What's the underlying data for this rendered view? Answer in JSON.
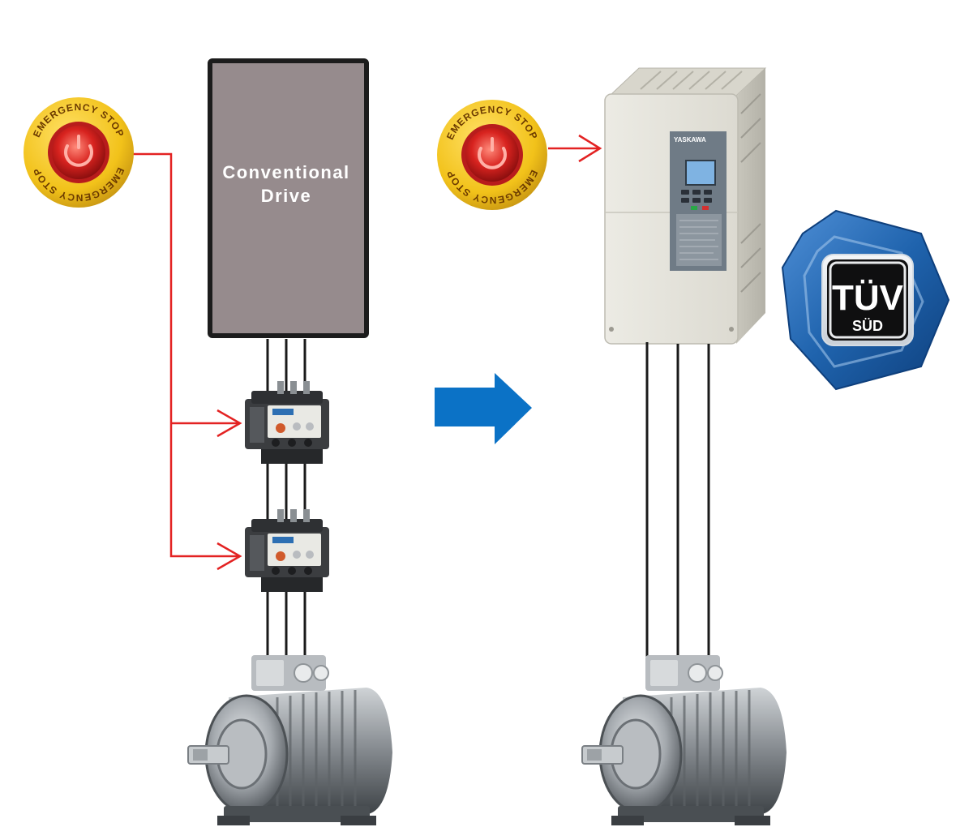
{
  "conventional_drive": {
    "line1": "Conventional",
    "line2": "Drive"
  },
  "emergency_stop": {
    "ring_text": "EMERGENCY STOP"
  },
  "yaskawa_drive": {
    "brand": "YASKAWA"
  },
  "tuv_badge": {
    "line1": "TÜV",
    "line2": "SÜD"
  },
  "colors": {
    "signal_red": "#e32222",
    "arrow_blue": "#0b72c6",
    "drive_box": "#968b8d",
    "estop_yellow": "#f2c21a",
    "tuv_blue": "#1f63ad"
  },
  "icons": {
    "left_estop": "emergency-stop-icon",
    "right_estop": "emergency-stop-icon",
    "contactor": "contactor-icon",
    "motor": "electric-motor-icon",
    "direction": "right-arrow-icon",
    "certification": "tuv-sud-badge-icon"
  }
}
